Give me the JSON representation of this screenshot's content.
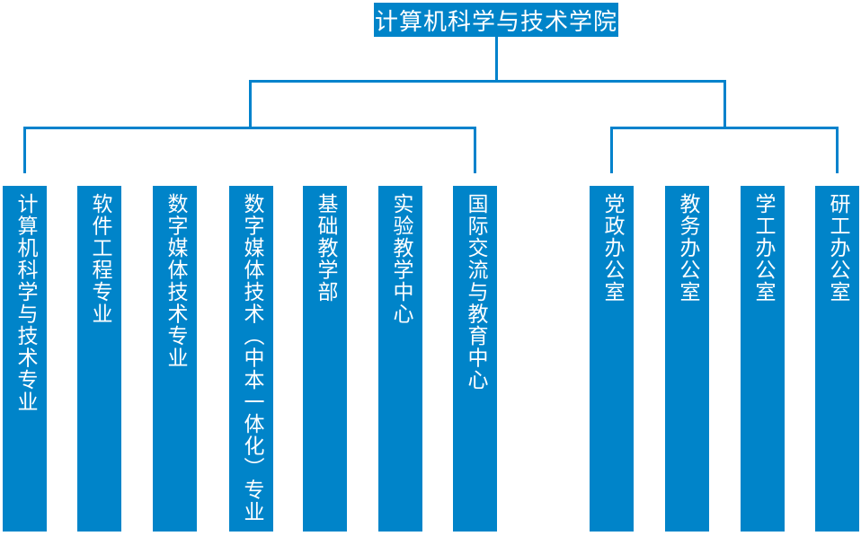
{
  "org_chart": {
    "root": {
      "label": "计算机科学与技术学院"
    },
    "left_branch": {
      "children": [
        {
          "label": "计算机科学与技术专业"
        },
        {
          "label": "软件工程专业"
        },
        {
          "label": "数字媒体技术专业"
        },
        {
          "label": "数字媒体技术（中本一体化）专业"
        },
        {
          "label": "基础教学部"
        },
        {
          "label": "实验教学中心"
        },
        {
          "label": "国际交流与教育中心"
        }
      ]
    },
    "right_branch": {
      "children": [
        {
          "label": "党政办公室"
        },
        {
          "label": "教务办公室"
        },
        {
          "label": "学工办公室"
        },
        {
          "label": "研工办公室"
        }
      ]
    },
    "colors": {
      "node_fill": "#0084C9",
      "connector": "#0082CC",
      "node_text": "#FFFFFF",
      "background": "#FFFFFF"
    }
  }
}
